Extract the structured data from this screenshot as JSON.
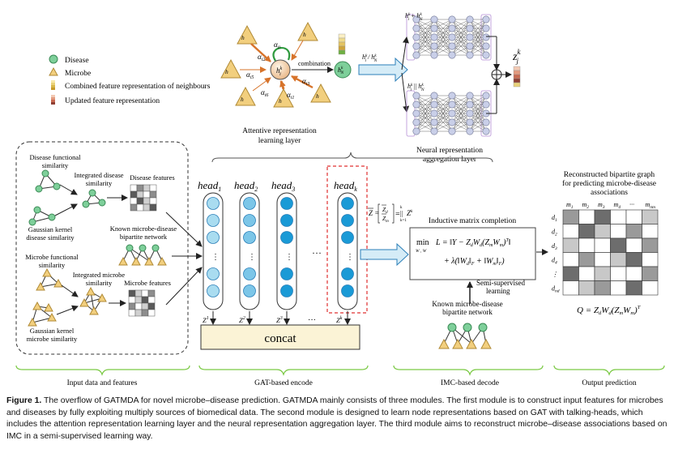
{
  "legend": {
    "disease": "Disease",
    "microbe": "Microbe",
    "combined": "Combined feature representation of neighbours",
    "updated": "Updated feature representation"
  },
  "attn": {
    "center_label": "h",
    "center_sup": "k",
    "center_sub": "i",
    "combination": "combination",
    "out_label": "h",
    "out_sub": "N",
    "out_sup": "k",
    "arrow_label": "h",
    "caption_line1": "Attentive representation",
    "caption_line2": "learning layer",
    "alpha_labels": [
      "α",
      "α",
      "α",
      "α",
      "α",
      "α"
    ],
    "alpha_subs": [
      "ii",
      "i2",
      "i5",
      "i6",
      "i3",
      "i1"
    ],
    "neighbor_label": "h",
    "neighbor_sup": "k"
  },
  "nn": {
    "top_label": "h",
    "bottom_label": "h",
    "caption_line1": "Neural representation",
    "caption_line2": "aggregation layer",
    "z_label": "z",
    "z_sup": "k",
    "z_sub": "j"
  },
  "input": {
    "disease_functional": [
      "Disease functional",
      "similarity"
    ],
    "integrated_disease": [
      "Integrated disease",
      "similarity"
    ],
    "disease_features": "Disease features",
    "gaussian_disease": [
      "Gaussian kernel",
      "disease similarity"
    ],
    "known_bipartite": [
      "Known microbe-disease",
      "bipartite network"
    ],
    "microbe_functional": [
      "Microbe functional",
      "similarity"
    ],
    "integrated_microbe": [
      "Integrated microbe",
      "similarity"
    ],
    "microbe_features": "Microbe features",
    "gaussian_microbe": [
      "Gaussian kernel",
      "microbe similarity"
    ]
  },
  "heads": {
    "labels": [
      "head",
      "head",
      "head",
      "head"
    ],
    "subs": [
      "1",
      "2",
      "3",
      "k"
    ],
    "z_labels": [
      "Z",
      "Z",
      "Z",
      "Z"
    ],
    "z_sups": [
      "1",
      "2",
      "3",
      "k"
    ],
    "dots": "···",
    "vdots": "⋮",
    "concat": "concat"
  },
  "imc": {
    "title": "Inductive matrix completion",
    "zbar": "Z",
    "min_label": "min",
    "min_sub": "W, W",
    "objective_line1": "L = ‖Y − Z W (Z W )‖",
    "objective_line2": "+ λ(‖W ‖ + ‖W ‖ )",
    "semi_line1": "Semi-supervised",
    "semi_line2": "learning",
    "known_line1": "Known microbe-disease",
    "known_line2": "bipartite network"
  },
  "output": {
    "title_line1": "Reconstructed bipartite graph",
    "title_line2": "for predicting microbe-disease",
    "title_line3": "associations",
    "col_labels": [
      "m",
      "m",
      "m",
      "m",
      "···",
      "m"
    ],
    "col_subs": [
      "1",
      "2",
      "3",
      "4",
      "",
      "nm"
    ],
    "row_labels": [
      "d",
      "d",
      "d",
      "d",
      "⋮",
      "d"
    ],
    "row_subs": [
      "1",
      "2",
      "3",
      "4",
      "",
      "nd"
    ],
    "formula": "Q = Z W (Z W )"
  },
  "sections": {
    "input": "Input data and features",
    "gat": "GAT-based encode",
    "imc": "IMC-based decode",
    "output": "Output prediction"
  },
  "caption": {
    "fig_label": "Figure 1.",
    "text": "The overflow of GATMDA for novel microbe–disease prediction. GATMDA mainly consists of three modules. The first module is to construct input features for microbes and diseases by fully exploiting multiply sources of biomedical data. The second module is designed to learn node representations based on GAT with talking-heads, which includes the attention representation learning layer and the neural representation aggregation layer. The third module aims to reconstruct microbe–disease associations based on IMC in a semi-supervised learning way."
  },
  "colors": {
    "disease_node": "#7ecf9a",
    "microbe_node": "#f2cf7e",
    "head_light": "#a9dcf0",
    "head_dark": "#1a9ad6",
    "red_dash": "#e03030",
    "green_brace": "#7ac943",
    "concat_fill": "#fbf3d6",
    "arrow_fill": "#d5ecf7",
    "arrow_stroke": "#2b7fb8"
  }
}
